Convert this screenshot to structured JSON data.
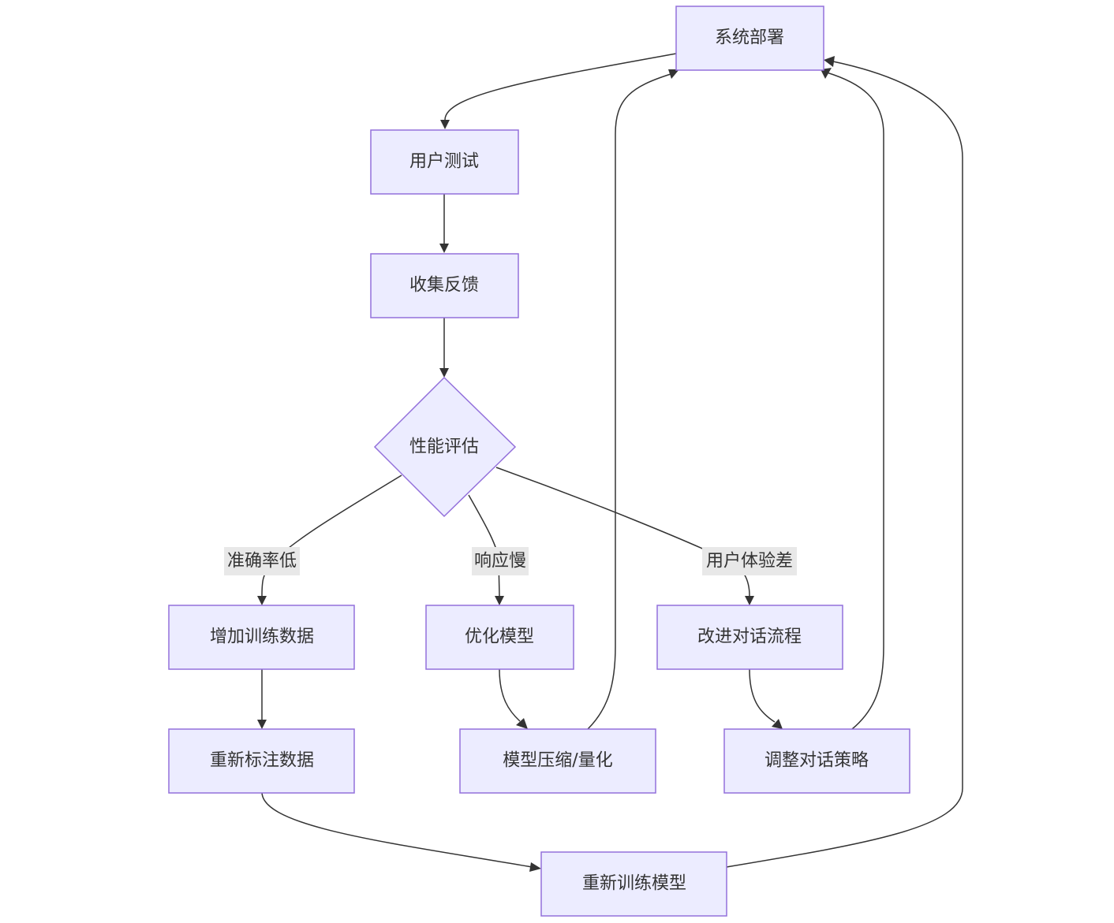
{
  "diagram": {
    "type": "flowchart",
    "nodes": {
      "deploy": {
        "label": "系统部署",
        "shape": "rect"
      },
      "user_test": {
        "label": "用户测试",
        "shape": "rect"
      },
      "collect_feedback": {
        "label": "收集反馈",
        "shape": "rect"
      },
      "performance_eval": {
        "label": "性能评估",
        "shape": "diamond"
      },
      "add_training_data": {
        "label": "增加训练数据",
        "shape": "rect"
      },
      "optimize_model": {
        "label": "优化模型",
        "shape": "rect"
      },
      "improve_dialog": {
        "label": "改进对话流程",
        "shape": "rect"
      },
      "relabel_data": {
        "label": "重新标注数据",
        "shape": "rect"
      },
      "model_compress": {
        "label": "模型压缩/量化",
        "shape": "rect"
      },
      "adjust_strategy": {
        "label": "调整对话策略",
        "shape": "rect"
      },
      "retrain_model": {
        "label": "重新训练模型",
        "shape": "rect"
      }
    },
    "edge_labels": {
      "low_accuracy": "准确率低",
      "slow_response": "响应慢",
      "poor_ux": "用户体验差"
    },
    "edges": [
      {
        "from": "deploy",
        "to": "user_test"
      },
      {
        "from": "user_test",
        "to": "collect_feedback"
      },
      {
        "from": "collect_feedback",
        "to": "performance_eval"
      },
      {
        "from": "performance_eval",
        "to": "add_training_data",
        "label": "准确率低"
      },
      {
        "from": "performance_eval",
        "to": "optimize_model",
        "label": "响应慢"
      },
      {
        "from": "performance_eval",
        "to": "improve_dialog",
        "label": "用户体验差"
      },
      {
        "from": "add_training_data",
        "to": "relabel_data"
      },
      {
        "from": "relabel_data",
        "to": "retrain_model"
      },
      {
        "from": "optimize_model",
        "to": "model_compress"
      },
      {
        "from": "improve_dialog",
        "to": "adjust_strategy"
      },
      {
        "from": "model_compress",
        "to": "deploy"
      },
      {
        "from": "adjust_strategy",
        "to": "deploy"
      },
      {
        "from": "retrain_model",
        "to": "deploy"
      }
    ],
    "colors": {
      "node_fill": "#ECECFF",
      "node_stroke": "#9370DB",
      "edge": "#333333",
      "label_bg": "#e8e8e8"
    }
  }
}
